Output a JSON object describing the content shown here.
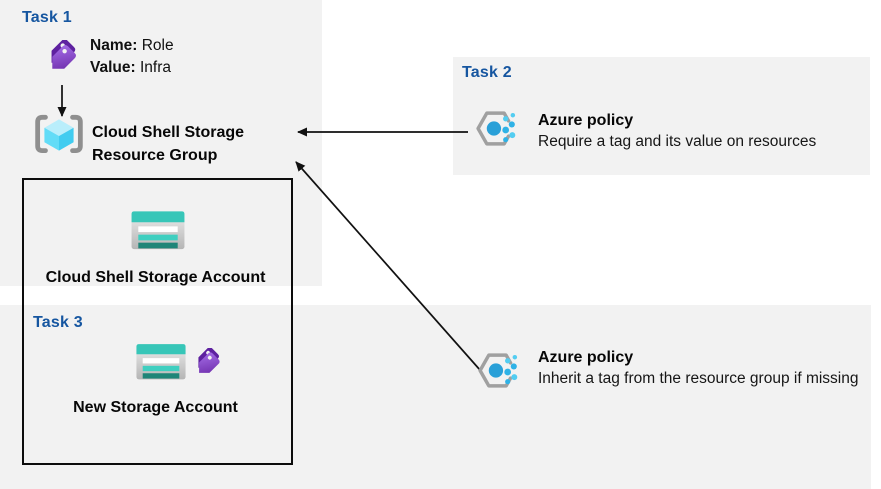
{
  "task1": {
    "heading": "Task 1",
    "tag_name_label": "Name:",
    "tag_name_value": " Role",
    "tag_value_label": "Value:",
    "tag_value_value": " Infra",
    "resource_group_line1": "Cloud Shell Storage",
    "resource_group_line2": "Resource Group"
  },
  "task2": {
    "heading": "Task 2",
    "policy_title": "Azure policy",
    "policy_description": "Require a tag and its value on resources"
  },
  "task3": {
    "heading": "Task 3",
    "new_storage_label": "New Storage Account"
  },
  "shared": {
    "cloud_shell_storage_account_label": "Cloud Shell Storage Account"
  },
  "bottom_policy": {
    "title": "Azure policy",
    "description": "Inherit a tag from the resource group if missing"
  },
  "colors": {
    "heading_blue": "#1656a0",
    "panel_gray": "#f2f2f2",
    "tag_purple": "#8a4fd9",
    "cube_cyan": "#50d7f2",
    "bracket_gray": "#8f8f8f",
    "storage_teal": "#37c6b8",
    "storage_dark_teal": "#1f8578",
    "policy_dot_blue": "#29a0d8",
    "arrow_black": "#111111",
    "scope_border": "#0c0c0c"
  }
}
